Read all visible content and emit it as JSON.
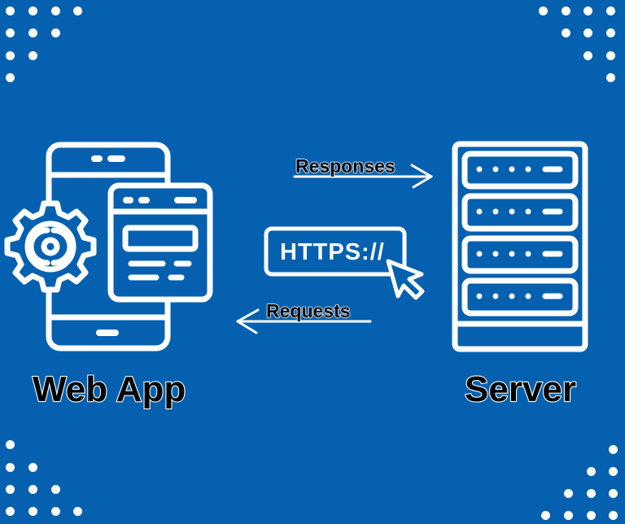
{
  "diagram": {
    "background_color": "#0561b0",
    "foreground_color": "#ffffff",
    "label_color": "#000000",
    "nodes": [
      {
        "id": "web-app",
        "label": "Web App",
        "icon": "mobile-app-gear-browser-icon"
      },
      {
        "id": "server",
        "label": "Server",
        "icon": "server-rack-icon"
      }
    ],
    "edges": [
      {
        "from": "web-app",
        "to": "server",
        "label": "Responses",
        "direction": "right"
      },
      {
        "from": "server",
        "to": "web-app",
        "label": "Requests",
        "direction": "left"
      }
    ],
    "center_badge": {
      "text": "HTTPS://",
      "icon": "cursor-pointer-icon"
    },
    "decorations": {
      "corner_dot_grids": [
        "top-left",
        "top-right",
        "bottom-left",
        "bottom-right"
      ]
    }
  }
}
